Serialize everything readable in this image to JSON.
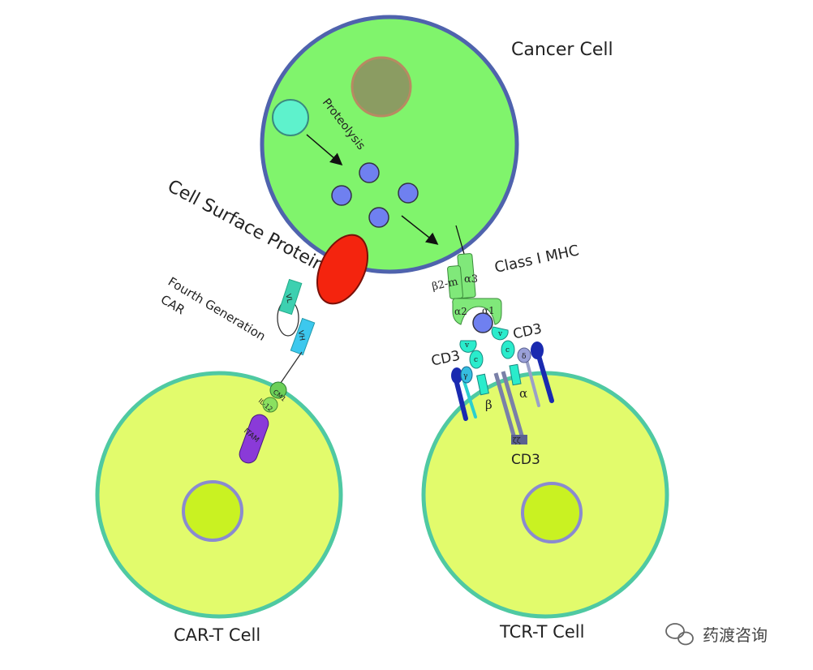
{
  "labels": {
    "cancer_cell": "Cancer Cell",
    "proteolysis": "Proteolysis",
    "cell_surface_protein": "Cell Surface Protein",
    "fourth_gen_line1": "Fourth Generation",
    "fourth_gen_line2": "CAR",
    "vl": "VL",
    "vh": "VH",
    "cm1": "CM1",
    "il12": "IL-12",
    "itam": "ITAM",
    "class1_mhc": "Class I MHC",
    "b2m": "β2-m",
    "a3": "α3",
    "a2": "α2",
    "a1": "α1",
    "cd3_left": "CD3",
    "cd3_right": "CD3",
    "cd3_bottom": "CD3",
    "beta": "β",
    "alpha": "α",
    "v": "v",
    "c": "c",
    "gamma": "γ",
    "delta": "δ",
    "zeta": "ζζ",
    "car_t_cell": "CAR-T Cell",
    "tcr_t_cell": "TCR-T Cell"
  },
  "watermark": {
    "text": "药渡咨询",
    "icon": "wechat-icon"
  },
  "colors": {
    "cancer_fill": "#80f46c",
    "cancer_stroke": "#4f63ad",
    "tcell_fill": "#e2fb6c",
    "tcell_stroke": "#4fc9a2",
    "antigen": "#f4240e"
  }
}
